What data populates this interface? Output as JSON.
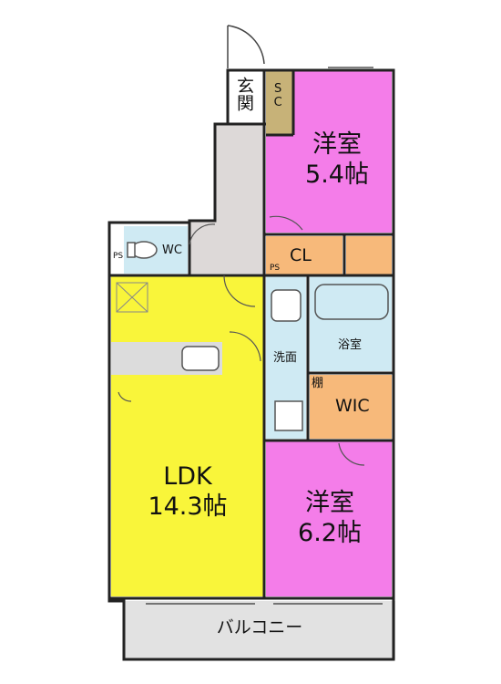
{
  "rooms": {
    "entrance": "玄関",
    "shoe_closet": "SC",
    "western_room_1": {
      "name": "洋室",
      "size": "5.4帖"
    },
    "closet": "CL",
    "toilet": "WC",
    "pipe_space_left": "PS",
    "pipe_space_right": "PS",
    "bathroom": "浴室",
    "washroom": "洗面",
    "shelf": "棚",
    "walk_in_closet": "WIC",
    "ldk": {
      "name": "LDK",
      "size": "14.3帖"
    },
    "western_room_2": {
      "name": "洋室",
      "size": "6.2帖"
    },
    "balcony": "バルコニー"
  },
  "colors": {
    "western_room": "#f47de9",
    "ldk": "#f9f53a",
    "storage": "#f7b97a",
    "wet_area": "#cfeaf3",
    "sc": "#c7b278",
    "hall": "#ddd9d8",
    "balcony": "#e2e2e2",
    "wall": "#222222"
  }
}
